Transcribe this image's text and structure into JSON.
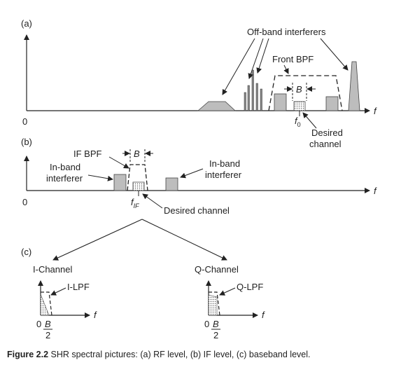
{
  "panels": {
    "a": {
      "label": "(a)",
      "origin": "0",
      "axis": "f",
      "off_band": "Off-band interferers",
      "front_bpf": "Front BPF",
      "bandwidth": "B",
      "f0": "f",
      "f0_sub": "0",
      "desired_line1": "Desired",
      "desired_line2": "channel"
    },
    "b": {
      "label": "(b)",
      "origin": "0",
      "axis": "f",
      "if_bpf": "IF BPF",
      "bandwidth": "B",
      "inband_left_line1": "In-band",
      "inband_left_line2": "interferer",
      "inband_right_line1": "In-band",
      "inband_right_line2": "interferer",
      "fif": "f",
      "fif_sub": "IF",
      "desired": "Desired channel"
    },
    "c": {
      "label": "(c)",
      "i_channel": "I-Channel",
      "q_channel": "Q-Channel",
      "i_lpf": "I-LPF",
      "q_lpf": "Q-LPF",
      "axis": "f",
      "origin": "0",
      "frac_num": "B",
      "frac_den": "2"
    }
  },
  "caption": {
    "bold": "Figure 2.2",
    "text": "  SHR spectral pictures: (a) RF level, (b) IF level, (c) baseband level."
  }
}
